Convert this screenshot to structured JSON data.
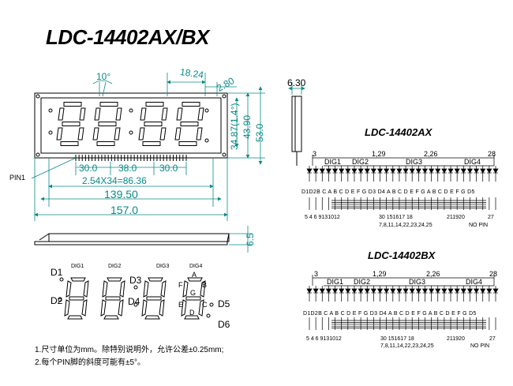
{
  "title": "LDC-14402AX/BX",
  "dims": {
    "angle": "10°",
    "d1824": "18.24",
    "d280": "2.80",
    "d630": "6.30",
    "d4390": "43.90",
    "d530": "53.0",
    "d3487": "34.87(1.4°)",
    "d300a": "30.0",
    "d380": "38.0",
    "d300b": "30.0",
    "pitch": "2.54X34=86.36",
    "d13950": "139.50",
    "d1570": "157.0",
    "d65": "6.5",
    "pin1": "PIN1"
  },
  "segment_labels": {
    "d1": "D1",
    "d2": "D2",
    "d3": "D3",
    "d4": "D4",
    "d5": "D5",
    "d6": "D6",
    "dig1": "DIG1",
    "dig2": "DIG2",
    "dig3": "DIG3",
    "dig4": "DIG4",
    "a": "A",
    "f": "F",
    "g": "G",
    "b": "B",
    "e": "E",
    "c": "C",
    "d": "D"
  },
  "circuit_ax": {
    "title": "LDC-14402AX",
    "top_pins": [
      "3",
      "1,29",
      "2,26",
      "28"
    ],
    "digits": [
      "DIG1",
      "DIG2",
      "DIG3",
      "DIG4"
    ],
    "seg_row": "D1D2B C A B C D E F G D3 D4 A B C D E F G A B C D E F G D5",
    "bottom_pins_a": "5 4 6 9131012",
    "bottom_pins_b": "30 151617 18",
    "bottom_pins_c": "211920",
    "bottom_pins_d": "27",
    "bottom_line2": "7,8,11,14,22,23,24,25",
    "no_pin": "NO PIN"
  },
  "circuit_bx": {
    "title": "LDC-14402BX",
    "top_pins": [
      "3",
      "1,29",
      "2,26",
      "28"
    ],
    "digits": [
      "DIG1",
      "DIG2",
      "DIG3",
      "DIG4"
    ],
    "seg_row": "D1D2B C A B C D E F G D3 D4 A B C D E F G A B C D E F G D5",
    "bottom_pins_a": "5 4 6 9131012",
    "bottom_pins_b": "30 151617 18",
    "bottom_pins_c": "211920",
    "bottom_pins_d": "27",
    "bottom_line2": "7,8,11,14,22,23,24,25",
    "no_pin": "NO PIN"
  },
  "notes": [
    "1.尺寸单位为mm。除特别说明外，允许公差±0.25mm;",
    "2.每个PIN脚的斜度可能有±5°。"
  ]
}
